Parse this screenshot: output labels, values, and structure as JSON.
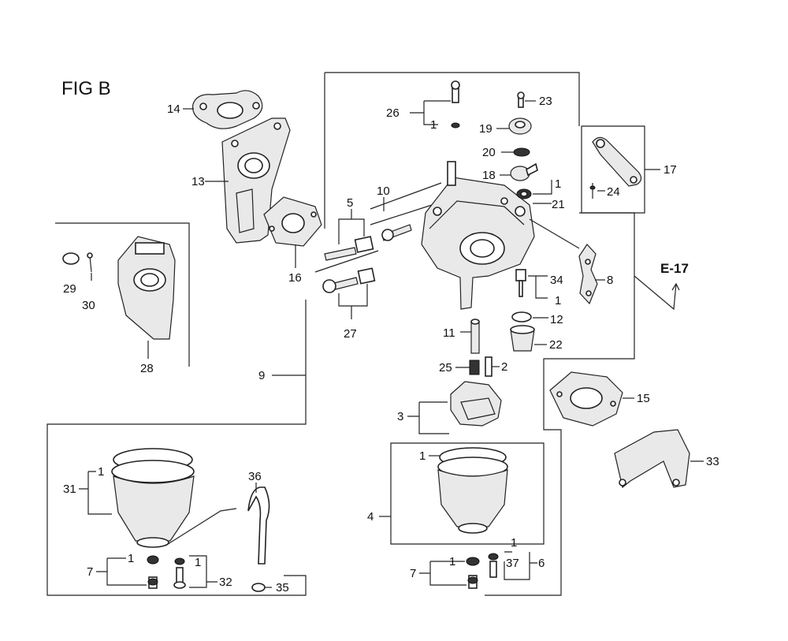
{
  "figure": {
    "title": "FIG B",
    "reference": "E-17"
  },
  "callouts": [
    {
      "id": "c14",
      "text": "14"
    },
    {
      "id": "c13",
      "text": "13"
    },
    {
      "id": "c16",
      "text": "16"
    },
    {
      "id": "c29",
      "text": "29"
    },
    {
      "id": "c30",
      "text": "30"
    },
    {
      "id": "c28",
      "text": "28"
    },
    {
      "id": "c9",
      "text": "9"
    },
    {
      "id": "c5",
      "text": "5"
    },
    {
      "id": "c10",
      "text": "10"
    },
    {
      "id": "c27",
      "text": "27"
    },
    {
      "id": "c26",
      "text": "26"
    },
    {
      "id": "c1a",
      "text": "1"
    },
    {
      "id": "c23",
      "text": "23"
    },
    {
      "id": "c19",
      "text": "19"
    },
    {
      "id": "c20",
      "text": "20"
    },
    {
      "id": "c18",
      "text": "18"
    },
    {
      "id": "c1b",
      "text": "1"
    },
    {
      "id": "c21",
      "text": "21"
    },
    {
      "id": "c17",
      "text": "17"
    },
    {
      "id": "c24",
      "text": "24"
    },
    {
      "id": "c8",
      "text": "8"
    },
    {
      "id": "c34",
      "text": "34"
    },
    {
      "id": "c1c",
      "text": "1"
    },
    {
      "id": "c12",
      "text": "12"
    },
    {
      "id": "c22",
      "text": "22"
    },
    {
      "id": "c11",
      "text": "11"
    },
    {
      "id": "c25",
      "text": "25"
    },
    {
      "id": "c2",
      "text": "2"
    },
    {
      "id": "c3",
      "text": "3"
    },
    {
      "id": "c15",
      "text": "15"
    },
    {
      "id": "c33",
      "text": "33"
    },
    {
      "id": "c31",
      "text": "31"
    },
    {
      "id": "c1d",
      "text": "1"
    },
    {
      "id": "c36",
      "text": "36"
    },
    {
      "id": "c7a",
      "text": "7"
    },
    {
      "id": "c1e",
      "text": "1"
    },
    {
      "id": "c1f",
      "text": "1"
    },
    {
      "id": "c32",
      "text": "32"
    },
    {
      "id": "c35",
      "text": "35"
    },
    {
      "id": "c1g",
      "text": "1"
    },
    {
      "id": "c4",
      "text": "4"
    },
    {
      "id": "c7b",
      "text": "7"
    },
    {
      "id": "c1h",
      "text": "1"
    },
    {
      "id": "c1i",
      "text": "1"
    },
    {
      "id": "c37",
      "text": "37"
    },
    {
      "id": "c6",
      "text": "6"
    }
  ]
}
